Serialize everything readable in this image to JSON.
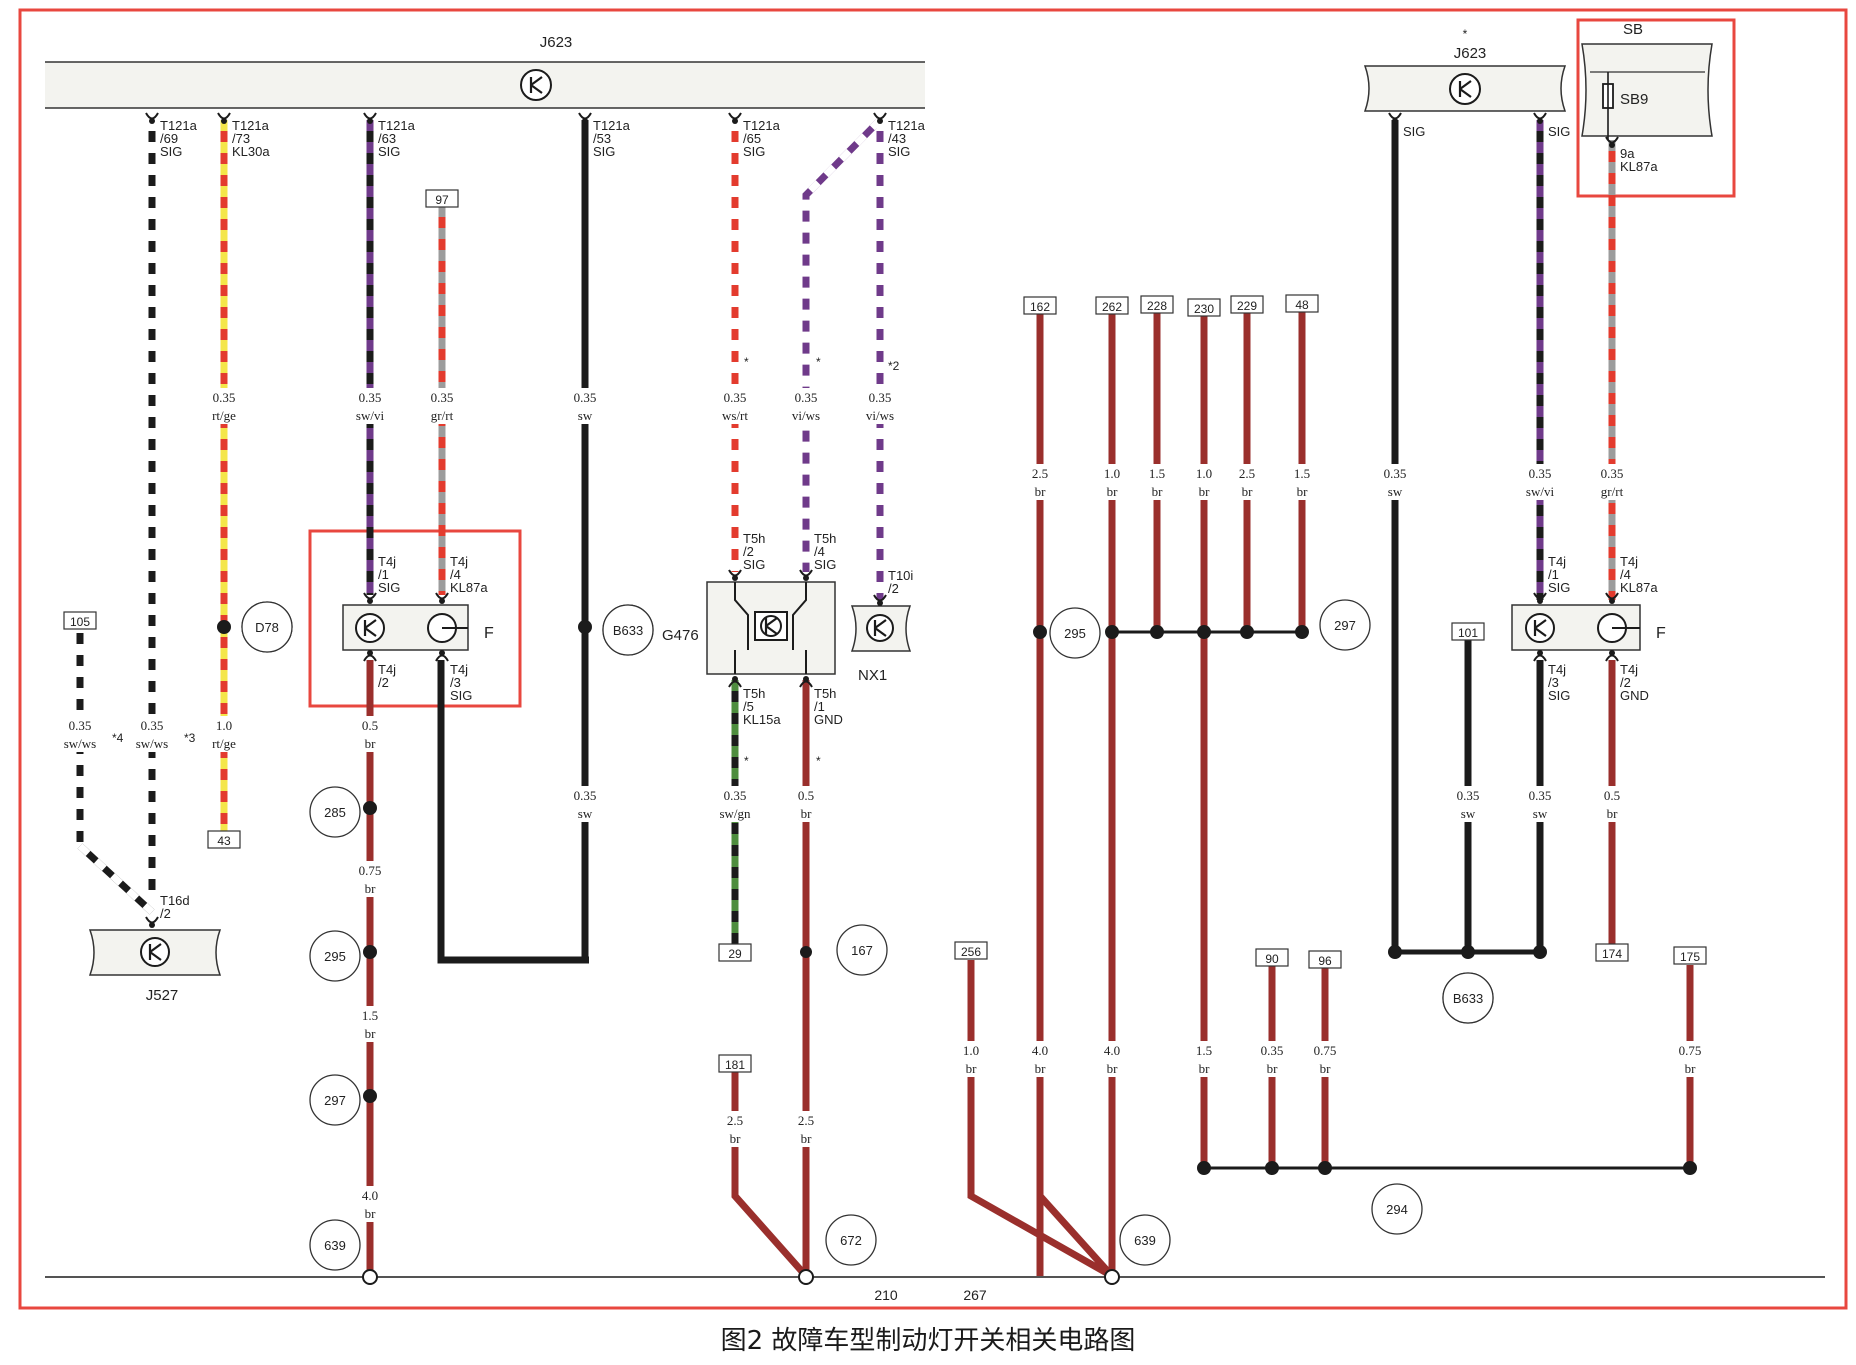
{
  "caption": "图2 故障车型制动灯开关相关电路图",
  "components": {
    "j623_left": "J623",
    "j623_right": "J623",
    "j527": "J527",
    "sb": "SB",
    "sb9": "SB9",
    "f_left": "F",
    "f_right": "F",
    "g476": "G476",
    "nx1": "NX1",
    "d78": "D78",
    "b633_mid": "B633",
    "b633_right": "B633"
  },
  "terminals": {
    "t121a_69": [
      "T121a",
      "/69",
      "SIG"
    ],
    "t121a_73": [
      "T121a",
      "/73",
      "KL30a"
    ],
    "t121a_63": [
      "T121a",
      "/63",
      "SIG"
    ],
    "t121a_53": [
      "T121a",
      "/53",
      "SIG"
    ],
    "t121a_65": [
      "T121a",
      "/65",
      "SIG"
    ],
    "t121a_43": [
      "T121a",
      "/43",
      "SIG"
    ],
    "t4j_1_left": [
      "T4j",
      "/1",
      "SIG"
    ],
    "t4j_4_left": [
      "T4j",
      "/4",
      "KL87a"
    ],
    "t4j_2_left": [
      "T4j",
      "/2"
    ],
    "t4j_3_left": [
      "T4j",
      "/3",
      "SIG"
    ],
    "t5h_2": [
      "T5h",
      "/2",
      "SIG"
    ],
    "t5h_4": [
      "T5h",
      "/4",
      "SIG"
    ],
    "t5h_5": [
      "T5h",
      "/5",
      "KL15a"
    ],
    "t5h_1": [
      "T5h",
      "/1",
      "GND"
    ],
    "t10i_2": [
      "T10i",
      "/2"
    ],
    "t16d_2": [
      "T16d",
      "/2"
    ],
    "sig_r1": [
      "SIG"
    ],
    "sig_r2": [
      "SIG"
    ],
    "sb_9a": [
      "9a",
      "KL87a"
    ],
    "t4j_1_right": [
      "T4j",
      "/1",
      "SIG"
    ],
    "t4j_4_right": [
      "T4j",
      "/4",
      "KL87a"
    ],
    "t4j_3_right": [
      "T4j",
      "/3",
      "SIG"
    ],
    "t4j_2_right": [
      "T4j",
      "/2",
      "GND"
    ]
  },
  "wires": {
    "w_t69": [
      "0.35",
      "sw/ws"
    ],
    "w_rtge": [
      "0.35",
      "rt/ge"
    ],
    "w_swvi": [
      "0.35",
      "sw/vi"
    ],
    "w_grrt": [
      "0.35",
      "gr/rt"
    ],
    "w_sw53": [
      "0.35",
      "sw"
    ],
    "w_wsrt": [
      "0.35",
      "ws/rt"
    ],
    "w_viws1": [
      "0.35",
      "vi/ws"
    ],
    "w_viws2": [
      "0.35",
      "vi/ws"
    ],
    "w_swws105": [
      "0.35",
      "sw/ws"
    ],
    "w_swws_low": [
      "0.35",
      "sw/ws"
    ],
    "w_rtge_low": [
      "1.0",
      "rt/ge"
    ],
    "w_f2a": [
      "0.5",
      "br"
    ],
    "w_f2b": [
      "0.75",
      "br"
    ],
    "w_f2c": [
      "1.5",
      "br"
    ],
    "w_f2d": [
      "4.0",
      "br"
    ],
    "w_sw_low": [
      "0.35",
      "sw"
    ],
    "w_swgn": [
      "0.35",
      "sw/gn"
    ],
    "w_gnd5": [
      "0.5",
      "br"
    ],
    "w_181": [
      "2.5",
      "br"
    ],
    "w_gnd25": [
      "2.5",
      "br"
    ],
    "w_162": [
      "2.5",
      "br"
    ],
    "w_262": [
      "1.0",
      "br"
    ],
    "w_228": [
      "1.5",
      "br"
    ],
    "w_230": [
      "1.0",
      "br"
    ],
    "w_229": [
      "2.5",
      "br"
    ],
    "w_48": [
      "1.5",
      "br"
    ],
    "w_256": [
      "1.0",
      "br"
    ],
    "w_40a": [
      "4.0",
      "br"
    ],
    "w_40b": [
      "4.0",
      "br"
    ],
    "w_15": [
      "1.5",
      "br"
    ],
    "w_90": [
      "0.35",
      "br"
    ],
    "w_96": [
      "0.75",
      "br"
    ],
    "w_175": [
      "0.75",
      "br"
    ],
    "w_rsw_top": [
      "0.35",
      "sw"
    ],
    "w_rswvi": [
      "0.35",
      "sw/vi"
    ],
    "w_rgrrt": [
      "0.35",
      "gr/rt"
    ],
    "w_r101": [
      "0.35",
      "sw"
    ],
    "w_rsig3": [
      "0.35",
      "sw"
    ],
    "w_rgnd": [
      "0.5",
      "br"
    ]
  },
  "refs": {
    "r97": "97",
    "r105": "105",
    "r43": "43",
    "r29": "29",
    "r181": "181",
    "r162": "162",
    "r262": "262",
    "r228": "228",
    "r230": "230",
    "r229": "229",
    "r48": "48",
    "r256": "256",
    "r90": "90",
    "r96": "96",
    "r101": "101",
    "r174": "174",
    "r175": "175"
  },
  "nodes": {
    "n285": "285",
    "n295a": "295",
    "n297a": "297",
    "n639a": "639",
    "n167": "167",
    "n672": "672",
    "n295b": "295",
    "n297b": "297",
    "n639b": "639",
    "n294": "294"
  },
  "notes": {
    "s4": "*4",
    "s3": "*3",
    "s2": "*2",
    "st1": "*",
    "st2": "*",
    "st3": "*",
    "st4": "*",
    "st5": "*",
    "p210": "210",
    "p267": "267"
  },
  "colors": {
    "frame": "#e8473f",
    "bus": "#f3f3ef",
    "black": "#1b1b1b",
    "brown": "#9a2f2c",
    "red": "#e33b2e",
    "yellow": "#f4e64a",
    "violet": "#6f3a8a",
    "grey": "#9c9c9c",
    "green": "#4e8d3e",
    "white": "#ffffff"
  }
}
